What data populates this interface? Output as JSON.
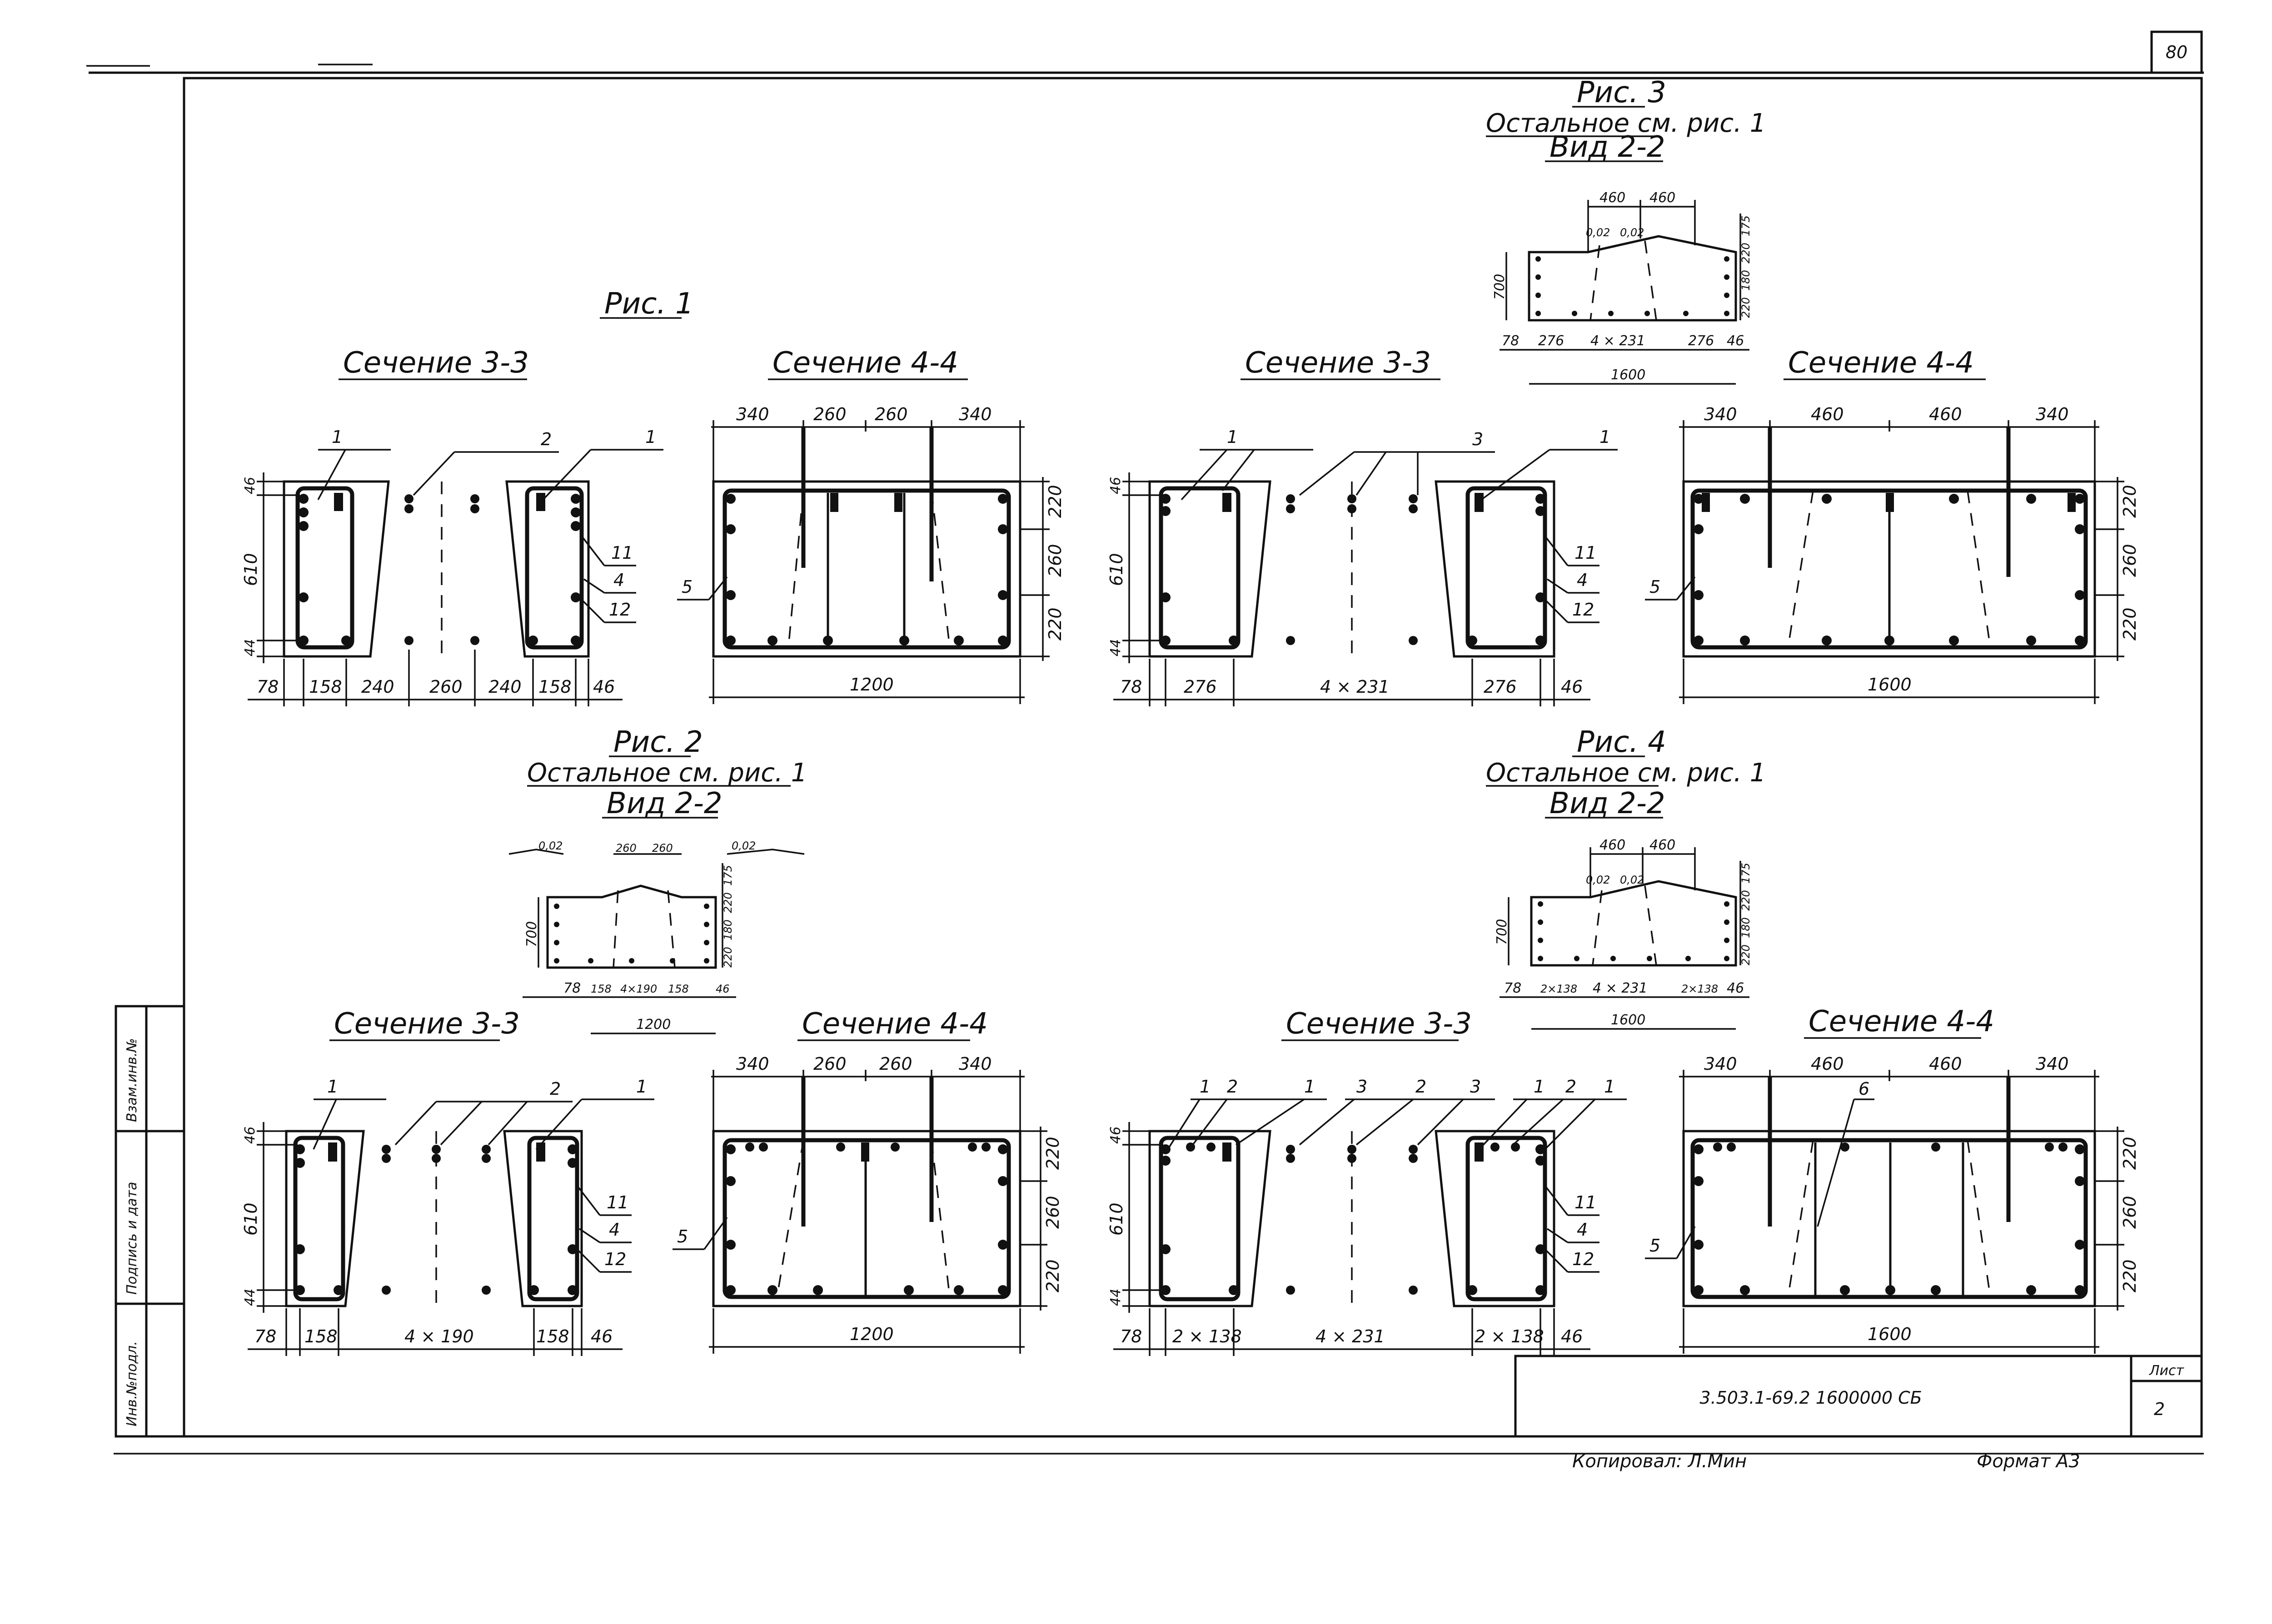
{
  "sheet": {
    "page_number": "80",
    "drawing_code": "3.503.1-69.2 1600000 СБ",
    "list_label": "Лист",
    "list_number": "2",
    "copied_by": "Копировал: Л.Мин",
    "format": "Формат А3",
    "side_stamps": [
      "Инв.№подл.",
      "Подпись и дата",
      "Взам.инв.№"
    ]
  },
  "figures": {
    "fig1": {
      "title": "Рис. 1",
      "sec33": {
        "title": "Сечение 3-3",
        "bottom_dims": [
          "78",
          "158",
          "240",
          "260",
          "240",
          "158",
          "46"
        ],
        "left_dims": [
          "46",
          "610",
          "44"
        ],
        "callouts": [
          "1",
          "2",
          "1",
          "11",
          "4",
          "12"
        ]
      },
      "sec44": {
        "title": "Сечение 4-4",
        "top_dims": [
          "340",
          "260",
          "260",
          "340"
        ],
        "right_dims": [
          "220",
          "260",
          "220"
        ],
        "total": "1200",
        "callout": "5"
      }
    },
    "fig2": {
      "title": "Рис. 2",
      "subtitle": "Остальное см. рис. 1",
      "view": "Вид 2-2",
      "view_dims": {
        "top": [
          "260",
          "260"
        ],
        "slopes": [
          "0,02",
          "0,02"
        ],
        "left": "700",
        "right": [
          "175",
          "220",
          "180",
          "220"
        ],
        "bottom": [
          "78",
          "158",
          "4×190",
          "158",
          "46"
        ],
        "total": "1200"
      },
      "sec33": {
        "title": "Сечение 3-3",
        "bottom_dims": [
          "78",
          "158",
          "4 × 190",
          "158",
          "46"
        ],
        "left_dims": [
          "46",
          "610",
          "44"
        ],
        "callouts": [
          "1",
          "2",
          "1",
          "11",
          "4",
          "12"
        ]
      },
      "sec44": {
        "title": "Сечение 4-4",
        "top_dims": [
          "340",
          "260",
          "260",
          "340"
        ],
        "right_dims": [
          "220",
          "260",
          "220"
        ],
        "total": "1200",
        "callout": "5"
      }
    },
    "fig3": {
      "title": "Рис. 3",
      "subtitle": "Остальное см. рис. 1",
      "view": "Вид 2-2",
      "view_dims": {
        "top": [
          "460",
          "460"
        ],
        "slopes": [
          "0,02",
          "0,02"
        ],
        "left": "700",
        "right": [
          "175",
          "220",
          "180",
          "220"
        ],
        "bottom": [
          "78",
          "276",
          "4 × 231",
          "276",
          "46"
        ],
        "total": "1600"
      },
      "sec33": {
        "title": "Сечение 3-3",
        "bottom_dims": [
          "78",
          "276",
          "4 × 231",
          "276",
          "46"
        ],
        "left_dims": [
          "46",
          "610",
          "44"
        ],
        "callouts": [
          "1",
          "3",
          "1",
          "11",
          "4",
          "12"
        ]
      },
      "sec44": {
        "title": "Сечение 4-4",
        "top_dims": [
          "340",
          "460",
          "460",
          "340"
        ],
        "right_dims": [
          "220",
          "260",
          "220"
        ],
        "total": "1600",
        "callout": "5"
      }
    },
    "fig4": {
      "title": "Рис. 4",
      "subtitle": "Остальное см. рис. 1",
      "view": "Вид 2-2",
      "view_dims": {
        "top": [
          "460",
          "460"
        ],
        "slopes": [
          "0,02",
          "0,02"
        ],
        "left": "700",
        "right": [
          "175",
          "220",
          "180",
          "220"
        ],
        "bottom": [
          "78",
          "2×138",
          "4 × 231",
          "2×138",
          "46"
        ],
        "total": "1600"
      },
      "sec33": {
        "title": "Сечение 3-3",
        "bottom_dims": [
          "78",
          "2 × 138",
          "4 × 231",
          "2 × 138",
          "46"
        ],
        "left_dims": [
          "46",
          "610",
          "44"
        ],
        "callouts": [
          "1",
          "2",
          "1",
          "3",
          "2",
          "3",
          "1",
          "2",
          "1",
          "11",
          "4",
          "12"
        ]
      },
      "sec44": {
        "title": "Сечение 4-4",
        "top_dims": [
          "340",
          "460",
          "460",
          "340"
        ],
        "right_dims": [
          "220",
          "260",
          "220"
        ],
        "total": "1600",
        "callouts": [
          "5",
          "6"
        ]
      }
    }
  }
}
